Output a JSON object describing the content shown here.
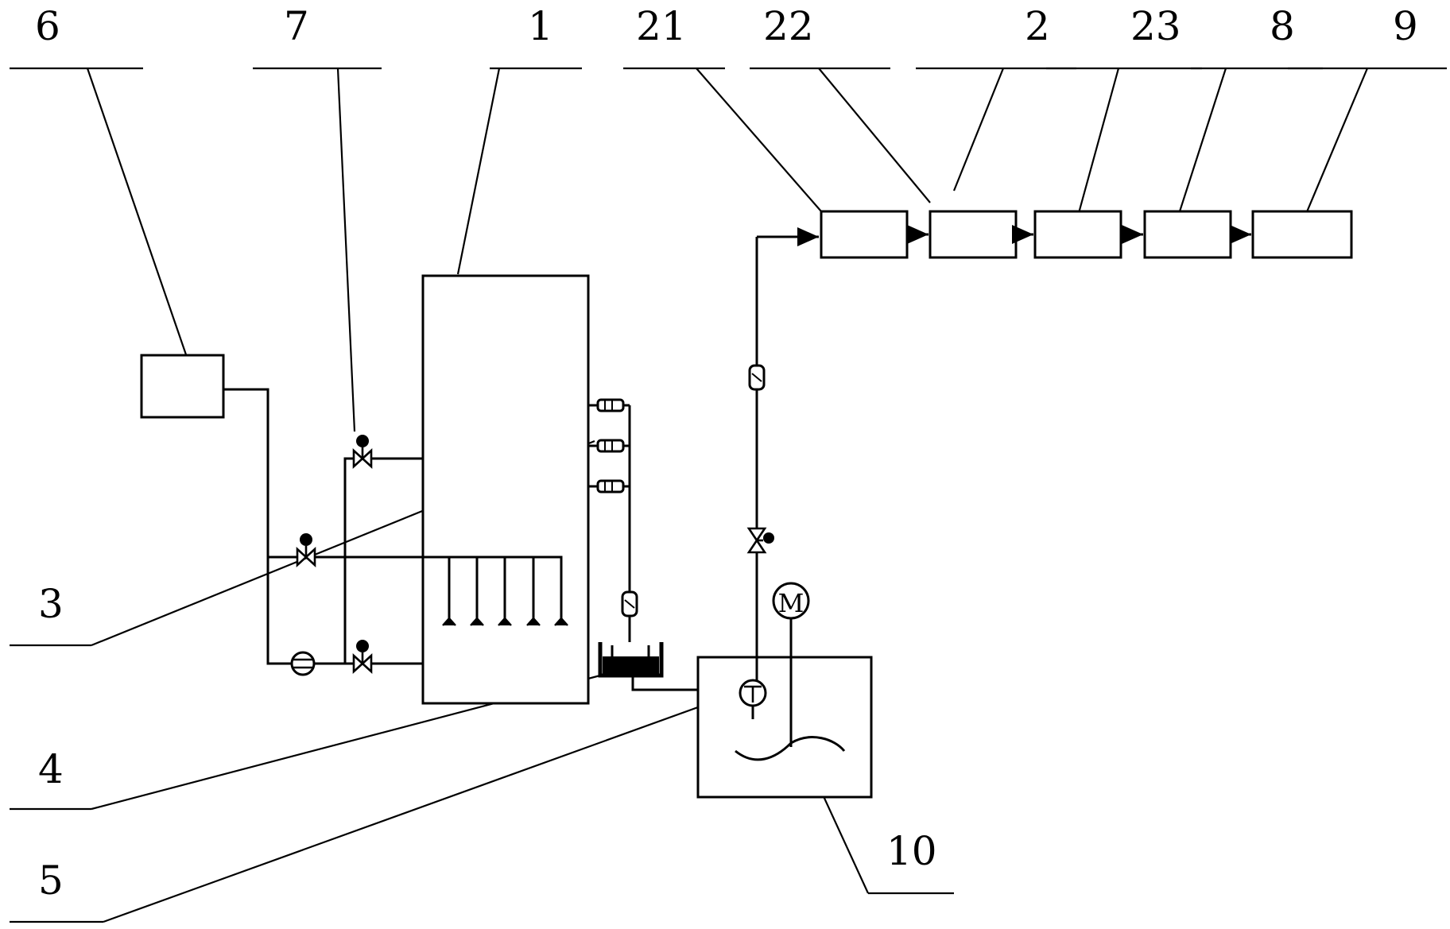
{
  "labels": {
    "l6": "6",
    "l7": "7",
    "l1": "1",
    "l21": "21",
    "l22": "22",
    "l2": "2",
    "l23": "23",
    "l8": "8",
    "l9": "9",
    "l3": "3",
    "l4": "4",
    "l5": "5",
    "l10": "10",
    "motor": "M",
    "temp": "T"
  },
  "icons": [
    "valve-icon",
    "pump-icon",
    "flowmeter-icon",
    "motor-icon",
    "thermometer-icon",
    "check-valve-icon",
    "nozzle-icon",
    "trough-icon"
  ]
}
